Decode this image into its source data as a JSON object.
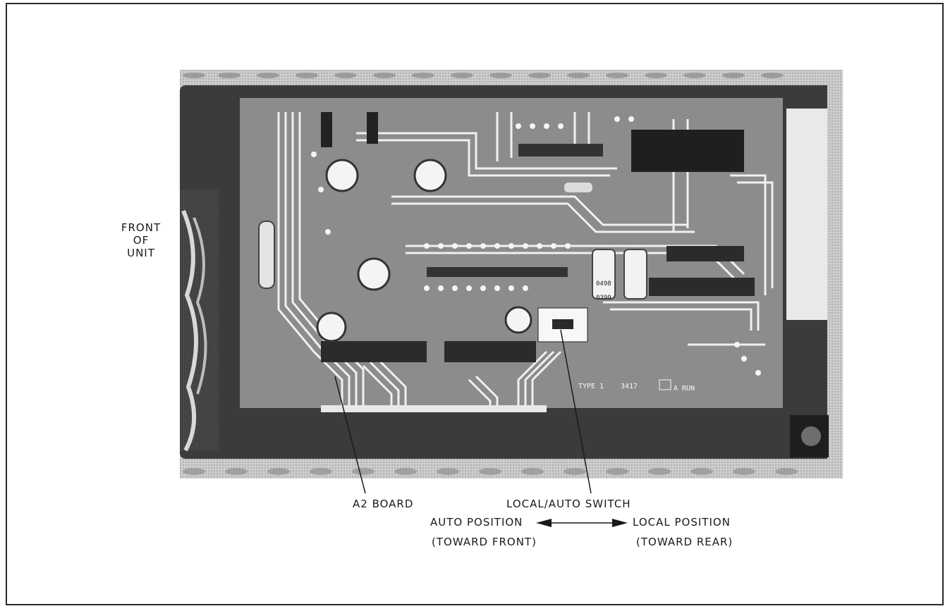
{
  "labels": {
    "front_line1": "FRONT",
    "front_line2": "OF",
    "front_line3": "UNIT",
    "a2_board": "A2 BOARD",
    "switch": "LOCAL/AUTO SWITCH",
    "auto_position": "AUTO POSITION",
    "auto_position_sub": "(TOWARD FRONT)",
    "local_position": "LOCAL POSITION",
    "local_position_sub": "(TOWARD REAR)"
  },
  "board_markings": {
    "type": "TYPE 1",
    "date_code": "3417",
    "run": "A RUN",
    "part_code_a": "0498",
    "part_code_b": "0399"
  },
  "colors": {
    "board": "#8a8a8a",
    "chassis": "#d6d6d6",
    "trace": "#f2f2f2",
    "ink": "#1a1a1a"
  }
}
